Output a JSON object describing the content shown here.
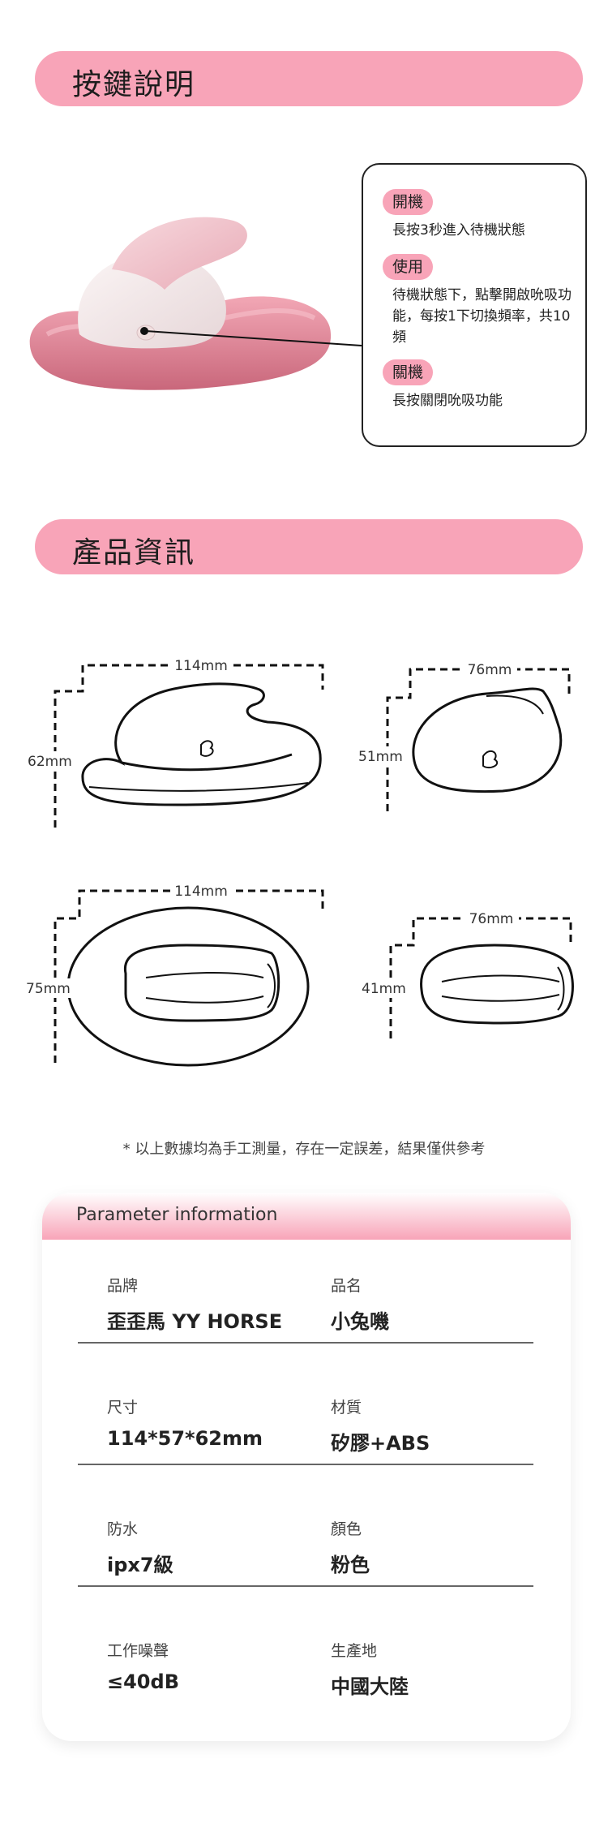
{
  "section1": {
    "title": "按鍵說明"
  },
  "callout": {
    "power_on": {
      "tag": "開機",
      "text": "長按3秒進入待機狀態"
    },
    "use": {
      "tag": "使用",
      "text": "待機狀態下，點擊開啟吮吸功能，每按1下切換頻率，共10頻"
    },
    "power_off": {
      "tag": "關機",
      "text": "長按關閉吮吸功能"
    }
  },
  "section2": {
    "title": "產品資訊"
  },
  "dimensions": {
    "front_width": "114mm",
    "front_height": "62mm",
    "side_width": "76mm",
    "side_height": "51mm",
    "top_width": "114mm",
    "top_height": "75mm",
    "top2_width": "76mm",
    "top2_height": "41mm"
  },
  "note": "* 以上數據均為手工測量，存在一定誤差，結果僅供參考",
  "params": {
    "title": "Parameter information",
    "items": [
      {
        "label": "品牌",
        "value": "歪歪馬 YY HORSE"
      },
      {
        "label": "品名",
        "value": "小兔嘰"
      },
      {
        "label": "尺寸",
        "value": "114*57*62mm"
      },
      {
        "label": "材質",
        "value": "矽膠+ABS"
      },
      {
        "label": "防水",
        "value": "ipx7級"
      },
      {
        "label": "顏色",
        "value": "粉色"
      },
      {
        "label": "工作噪聲",
        "value": "≤40dB"
      },
      {
        "label": "生產地",
        "value": "中國大陸"
      }
    ]
  },
  "colors": {
    "accent": "#f8a4b8",
    "product_pink": "#e9899c",
    "product_white": "#f4ecec"
  }
}
